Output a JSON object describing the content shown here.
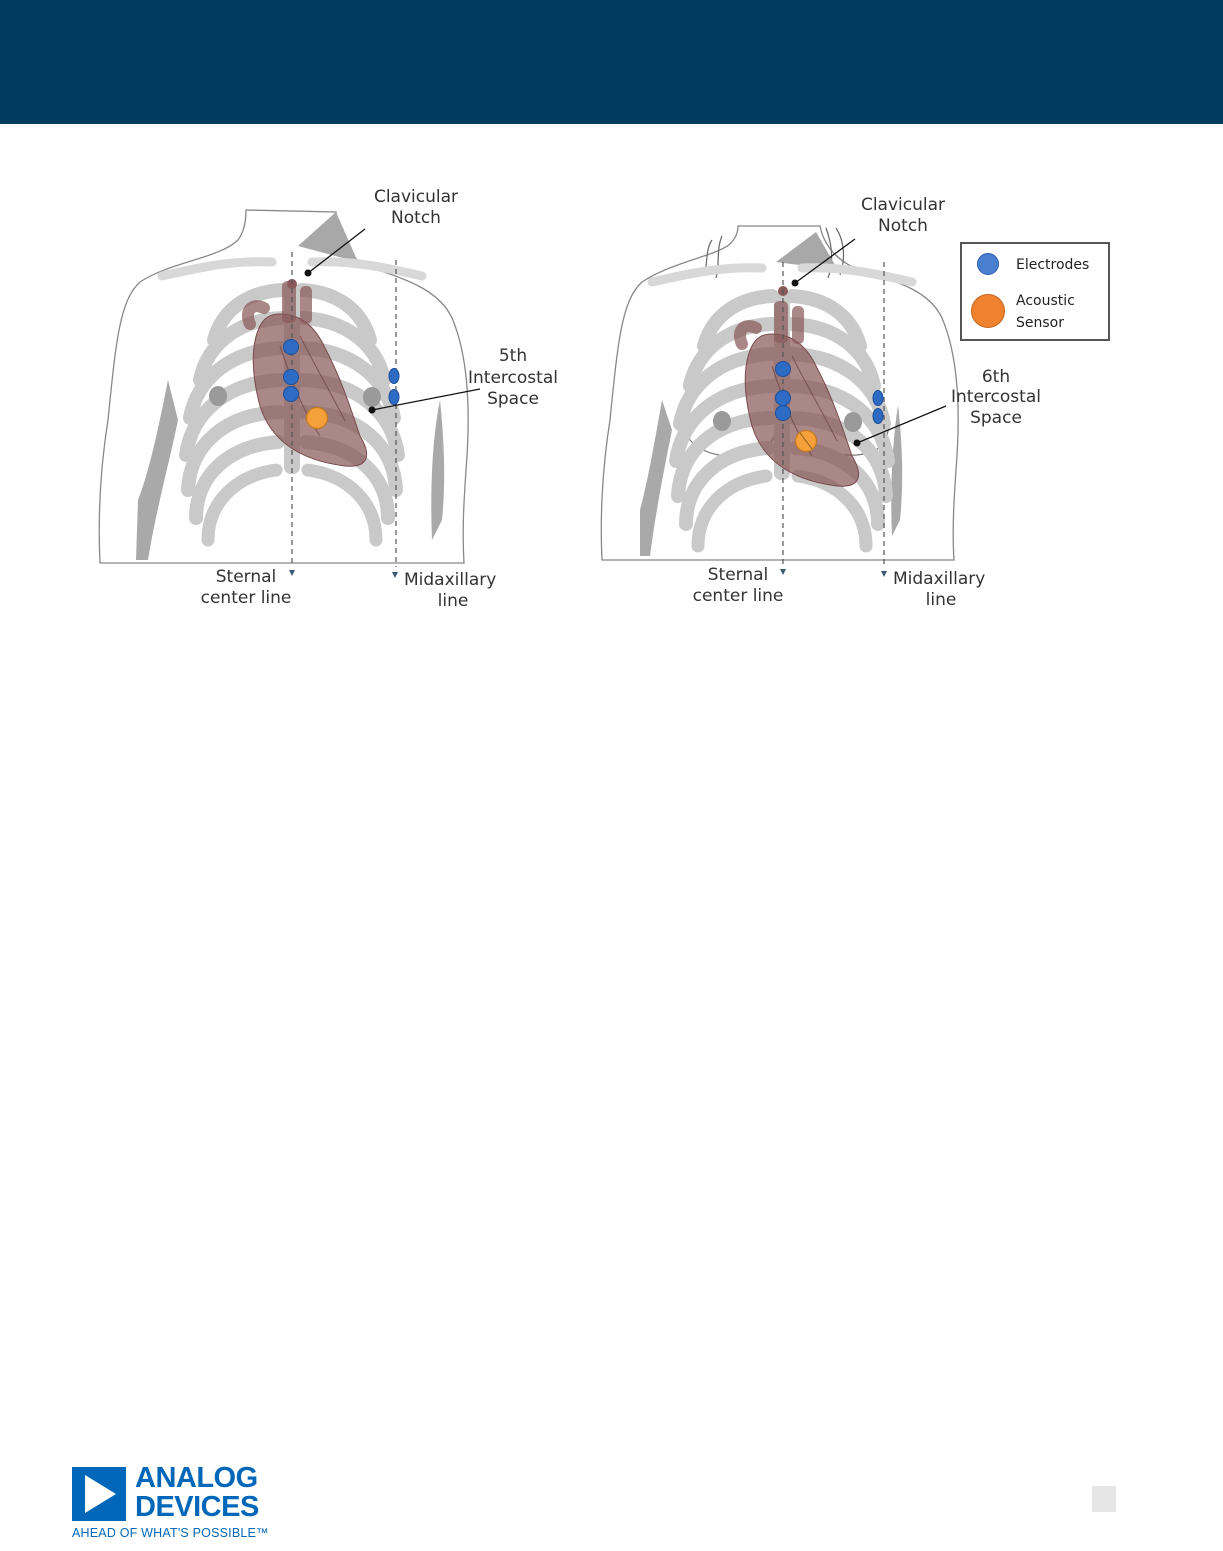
{
  "colors": {
    "header": "#003a5d",
    "electrode": "#2e6bc4",
    "acoustic_sensor": "#f5a03a",
    "brand": "#0067b9"
  },
  "left_figure": {
    "top_label": [
      "Clavicular",
      "Notch"
    ],
    "space_label": [
      "5th",
      "Intercostal",
      "Space"
    ],
    "sternal_label": [
      "Sternal",
      "center line"
    ],
    "axillary_label": [
      "Midaxillary",
      "line"
    ]
  },
  "right_figure": {
    "top_label": [
      "Clavicular",
      "Notch"
    ],
    "space_label": [
      "6th",
      "Intercostal",
      "Space"
    ],
    "sternal_label": [
      "Sternal",
      "center line"
    ],
    "axillary_label": [
      "Midaxillary",
      "line"
    ]
  },
  "legend": {
    "electrodes": "Electrodes",
    "acoustic": [
      "Acoustic",
      "Sensor"
    ]
  },
  "footer": {
    "logo_line1": "ANALOG",
    "logo_line2": "DEVICES",
    "tagline": "AHEAD OF WHAT'S POSSIBLE™"
  }
}
